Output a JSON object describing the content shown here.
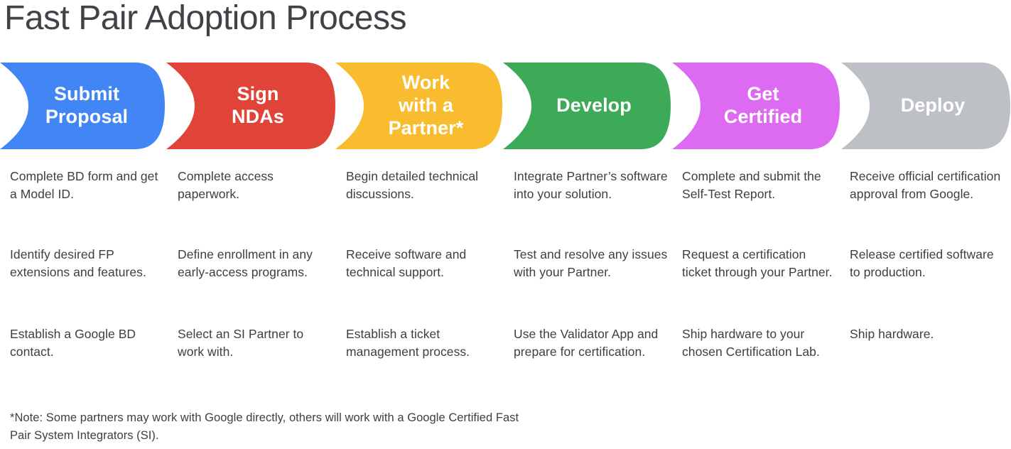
{
  "page": {
    "title": "Fast Pair Adoption Process",
    "background": "#ffffff",
    "text_color": "#3c4043"
  },
  "stages": [
    {
      "id": "submit-proposal",
      "label": "Submit\nProposal",
      "color": "#4285f4",
      "label_color": "#ffffff",
      "items": [
        "Complete BD form and get a Model ID.",
        "Identify desired FP extensions and features.",
        "Establish a Google BD contact."
      ]
    },
    {
      "id": "sign-ndas",
      "label": "Sign\nNDAs",
      "color": "#e04337",
      "label_color": "#ffffff",
      "items": [
        "Complete access paperwork.",
        "Define enrollment in any early-access programs.",
        "Select an SI Partner to work with."
      ]
    },
    {
      "id": "work-with-a-partner",
      "label": "Work\nwith a\nPartner*",
      "color": "#f9bc2e",
      "label_color": "#ffffff",
      "items": [
        "Begin detailed technical discussions.",
        "Receive software and technical support.",
        "Establish a ticket management process."
      ]
    },
    {
      "id": "develop",
      "label": "Develop",
      "color": "#3daa58",
      "label_color": "#ffffff",
      "items": [
        "Integrate Partner’s software into your solution.",
        "Test and resolve any issues with your Partner.",
        "Use the Validator App and prepare for certification."
      ]
    },
    {
      "id": "get-certified",
      "label": "Get\nCertified",
      "color": "#dd6bf2",
      "label_color": "#ffffff",
      "items": [
        "Complete and submit the Self-Test Report.",
        "Request a certification ticket through your Partner.",
        "Ship hardware to your chosen Certification Lab."
      ]
    },
    {
      "id": "deploy",
      "label": "Deploy",
      "color": "#bdc1c6",
      "label_color": "#ffffff",
      "items": [
        "Receive official certification approval from Google.",
        "Release certified software to production.",
        "Ship hardware."
      ]
    }
  ],
  "footnote": "*Note: Some partners may work with Google directly, others will work with a Google Certified Fast Pair System Integrators (SI)."
}
